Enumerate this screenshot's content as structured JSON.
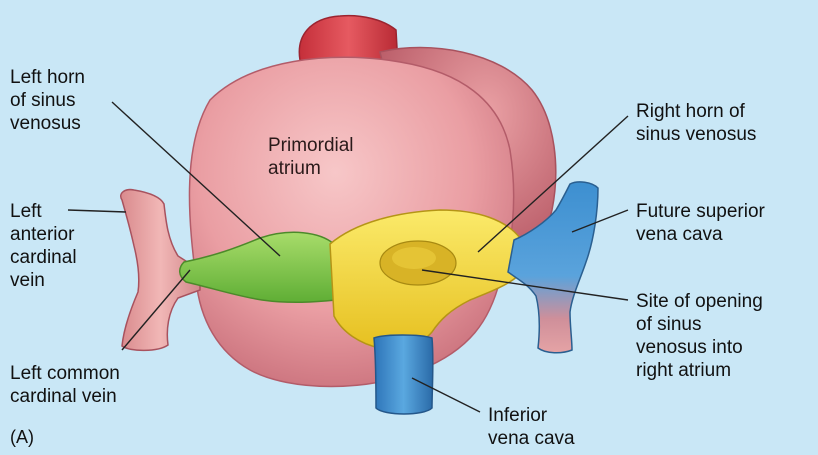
{
  "colors": {
    "background": "#c9e7f6",
    "atrium": "#e8959c",
    "atrium_shadow": "#c96d78",
    "aorta": "#d9434c",
    "left_horn": "#8ccf4d",
    "right_horn": "#f2d93a",
    "vena_cava": "#3d8fd0",
    "vein_pink": "#e7a2a2",
    "leader_line": "#222222"
  },
  "labels": {
    "left_horn": "Left horn\nof sinus\nvenosus",
    "primordial_atrium": "Primordial\natrium",
    "right_horn": "Right horn of\nsinus venosus",
    "left_anterior_cardinal_vein": "Left\nanterior\ncardinal\nvein",
    "future_superior_vena_cava": "Future superior\nvena cava",
    "site_of_opening": "Site of opening\nof sinus\nvenosus into\nright atrium",
    "left_common_cardinal_vein": "Left common\ncardinal vein",
    "inferior_vena_cava": "Inferior\nvena cava",
    "panel": "(A)"
  },
  "structures": [
    "aorta-icon",
    "primordial-atrium-shape",
    "left-horn-shape",
    "right-horn-shape",
    "inferior-vena-cava-shape",
    "superior-vena-cava-shape",
    "left-anterior-cardinal-vein-shape",
    "sinus-opening-shape"
  ]
}
